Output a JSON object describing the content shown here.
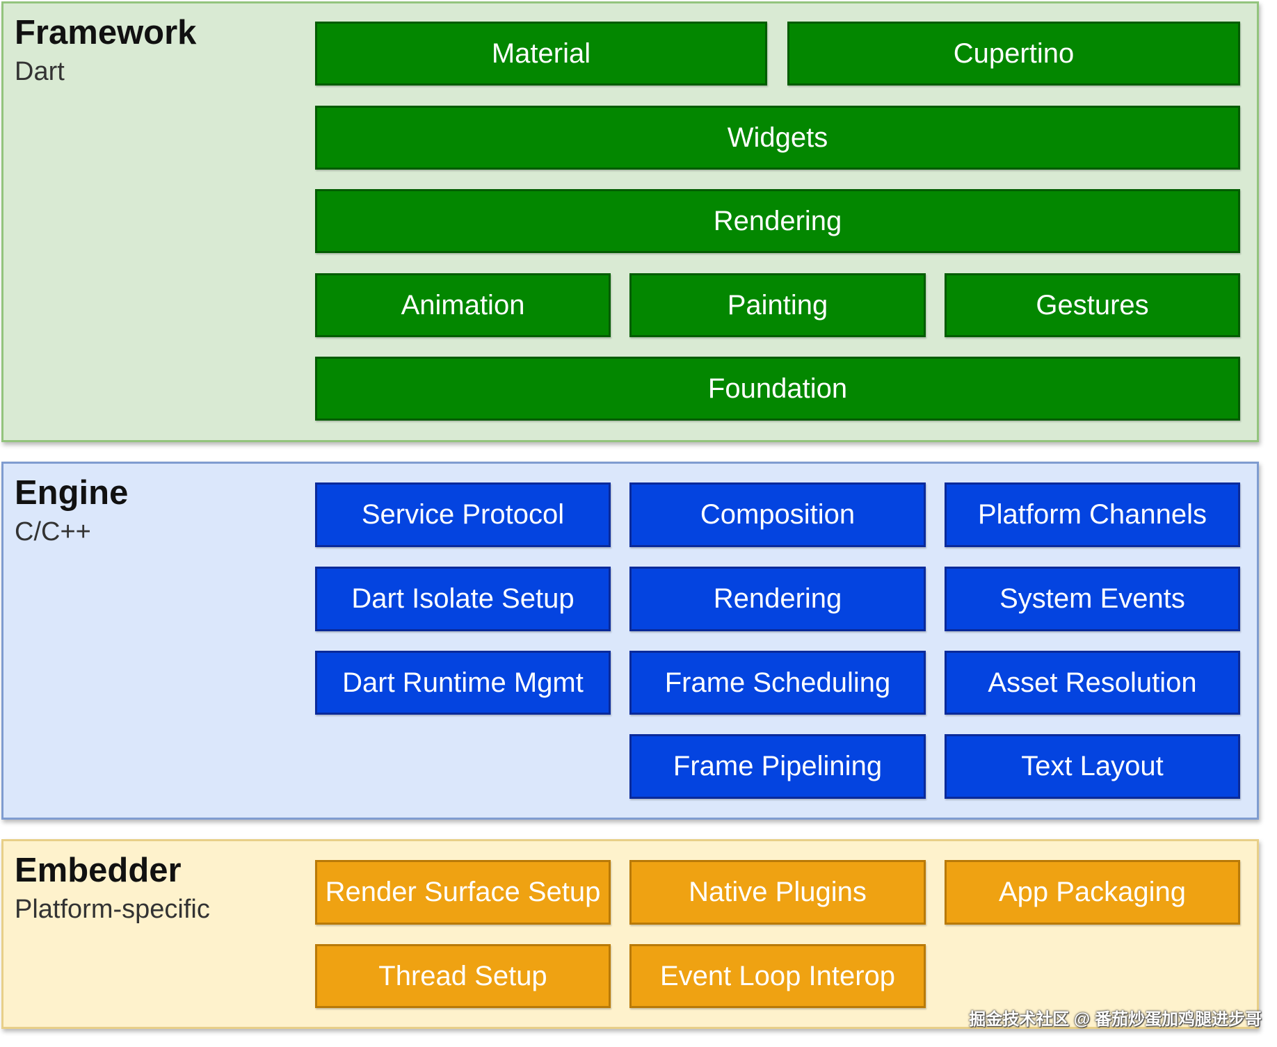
{
  "framework": {
    "title": "Framework",
    "subtitle": "Dart",
    "bg": "#d9ead3",
    "border": "#93c47d",
    "box_color": "#038700",
    "boxes": [
      "Material",
      "Cupertino",
      "Widgets",
      "Rendering",
      "Animation",
      "Painting",
      "Gestures",
      "Foundation"
    ]
  },
  "engine": {
    "title": "Engine",
    "subtitle": "C/C++",
    "bg": "#dbe7fb",
    "border": "#7f9cd0",
    "box_color": "#0444e0",
    "boxes": [
      "Service Protocol",
      "Composition",
      "Platform Channels",
      "Dart Isolate Setup",
      "Rendering",
      "System Events",
      "Dart Runtime Mgmt",
      "Frame Scheduling",
      "Asset Resolution",
      "Frame Pipelining",
      "Text Layout"
    ]
  },
  "embedder": {
    "title": "Embedder",
    "subtitle": "Platform-specific",
    "bg": "#fef2cc",
    "border": "#e8cf88",
    "box_color": "#efa212",
    "boxes": [
      "Render Surface Setup",
      "Native Plugins",
      "App Packaging",
      "Thread Setup",
      "Event Loop Interop"
    ]
  },
  "watermark": "掘金技术社区 @ 番茄炒蛋加鸡腿进步哥"
}
